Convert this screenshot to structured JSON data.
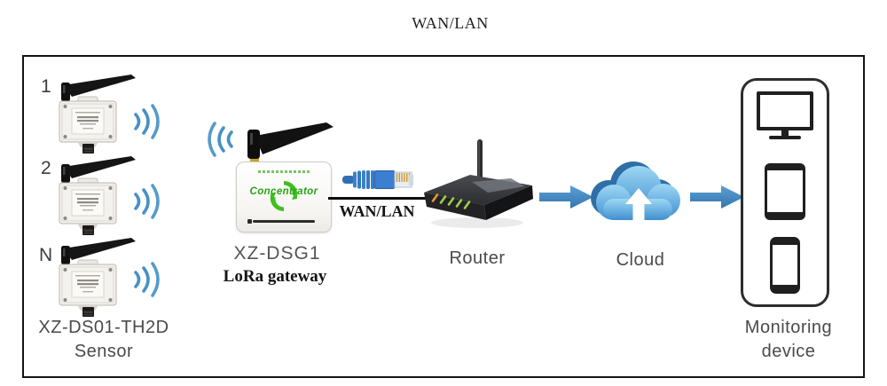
{
  "title": "WAN/LAN",
  "sensors": {
    "items": [
      {
        "id": "1"
      },
      {
        "id": "2"
      },
      {
        "id": "N"
      }
    ],
    "model": "XZ-DS01-TH2D",
    "type_label": "Sensor"
  },
  "gateway": {
    "model": "XZ-DSG1",
    "type_label": "LoRa gateway",
    "device_text": "Concentrator"
  },
  "cable": {
    "label": "WAN/LAN"
  },
  "router": {
    "label": "Router"
  },
  "cloud": {
    "label": "Cloud"
  },
  "monitoring": {
    "label_line1": "Monitoring",
    "label_line2": "device"
  },
  "colors": {
    "wave_blue": "#4791c5",
    "arrow_blue": "#4289c4",
    "cloud_blue": "#5caade",
    "cloud_shadow_blue": "#2f6fa5",
    "logo_green": "#2ea612",
    "led_amber": "#e09a3c",
    "led_green": "#9ecf4a",
    "label_gray": "#4a4a4a",
    "frame_black": "#141414"
  }
}
